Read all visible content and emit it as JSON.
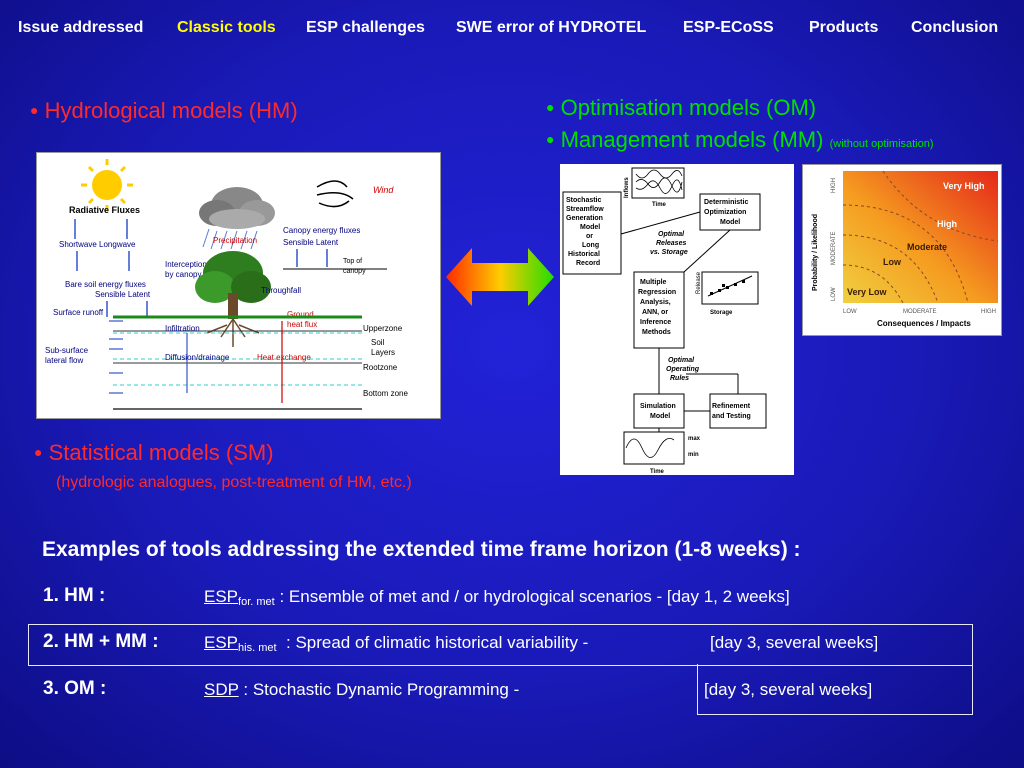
{
  "nav": {
    "items": [
      "Issue addressed",
      "Classic tools",
      "ESP challenges",
      "SWE error of HYDROTEL",
      "ESP-ECoSS",
      "Products",
      "Conclusion"
    ],
    "active_index": 1
  },
  "hm": {
    "label": "Hydrological models (HM)"
  },
  "om": {
    "label": "Optimisation models (OM)"
  },
  "mm": {
    "label": "Management models (MM)",
    "note": "(without optimisation)"
  },
  "sm": {
    "label": "Statistical models (SM)",
    "note": "(hydrologic analogues, post-treatment of HM, etc.)"
  },
  "hm_figure": {
    "labels": {
      "radiative": "Radiative Fluxes",
      "shortwave": "Shortwave Longwave",
      "precip": "Precipitation",
      "canopy": "Canopy energy fluxes",
      "canopy2": "Sensible  Latent",
      "wind": "Wind",
      "interception": "Interception",
      "bycanopy": "by canopy",
      "topcanopy": "Top of",
      "canopy3": "canopy",
      "baresoil": "Bare soil energy fluxes",
      "baresoil2": "Sensible  Latent",
      "throughfall": "Throughfall",
      "runoff": "Surface runoff",
      "ground": "Ground",
      "heatflux": "heat flux",
      "infiltration": "Infiltration",
      "upperzone": "Upperzone",
      "soil": "Soil",
      "layers": "Layers",
      "subsurface": "Sub-surface",
      "lateral": "lateral flow",
      "diffusion": "Diffusion/drainage",
      "heatex": "Heat exchange",
      "rootzone": "Rootzone",
      "bottom": "Bottom zone"
    }
  },
  "flow_figure": {
    "inflows": "Inflows",
    "time": "Time",
    "stochastic": [
      "Stochastic",
      "Streamflow",
      "Generation",
      "Model",
      "or",
      "Long",
      "Historical",
      "Record"
    ],
    "deterministic": [
      "Deterministic",
      "Optimization",
      "Model"
    ],
    "optimal_releases": [
      "Optimal",
      "Releases",
      "vs.  Storage"
    ],
    "release": "Release",
    "storage": "Storage",
    "regression": [
      "Multiple",
      "Regression",
      "Analysis,",
      "ANN, or",
      "Inference",
      "Methods"
    ],
    "optimal_rules": [
      "Optimal",
      "Operating",
      "Rules"
    ],
    "simulation": [
      "Simulation",
      "Model"
    ],
    "refinement": [
      "Refinement",
      "and Testing"
    ],
    "max": "max",
    "min": "min"
  },
  "risk_figure": {
    "ylabel": "Probability / Likelihood",
    "xlabel": "Consequences / Impacts",
    "yticks": [
      "LOW",
      "MODERATE",
      "HIGH"
    ],
    "xticks": [
      "LOW",
      "MODERATE",
      "HIGH"
    ],
    "zones": [
      "Very Low",
      "Low",
      "Moderate",
      "High",
      "Very High"
    ]
  },
  "examples": {
    "title": "Examples of tools addressing the extended time frame horizon (1-8 weeks) :",
    "rows": [
      {
        "num": "1.  HM :",
        "abbr": "ESP",
        "sub": "for. met",
        "desc": ":  Ensemble of met and / or hydrological scenarios -  [day 1, 2 weeks]",
        "range": ""
      },
      {
        "num": "2.  HM + MM :",
        "abbr": "ESP",
        "sub": "his. met",
        "desc": ": Spread of climatic historical variability -",
        "range": "[day 3, several weeks]"
      },
      {
        "num": "3.  OM :",
        "abbr": "SDP",
        "sub": "",
        "desc": ":  Stochastic Dynamic Programming -",
        "range": "[day 3, several weeks]"
      }
    ]
  },
  "colors": {
    "accent_yellow": "#ffff00",
    "red": "#ff2a2a",
    "green": "#00e000",
    "background": "#1a1ab8"
  }
}
